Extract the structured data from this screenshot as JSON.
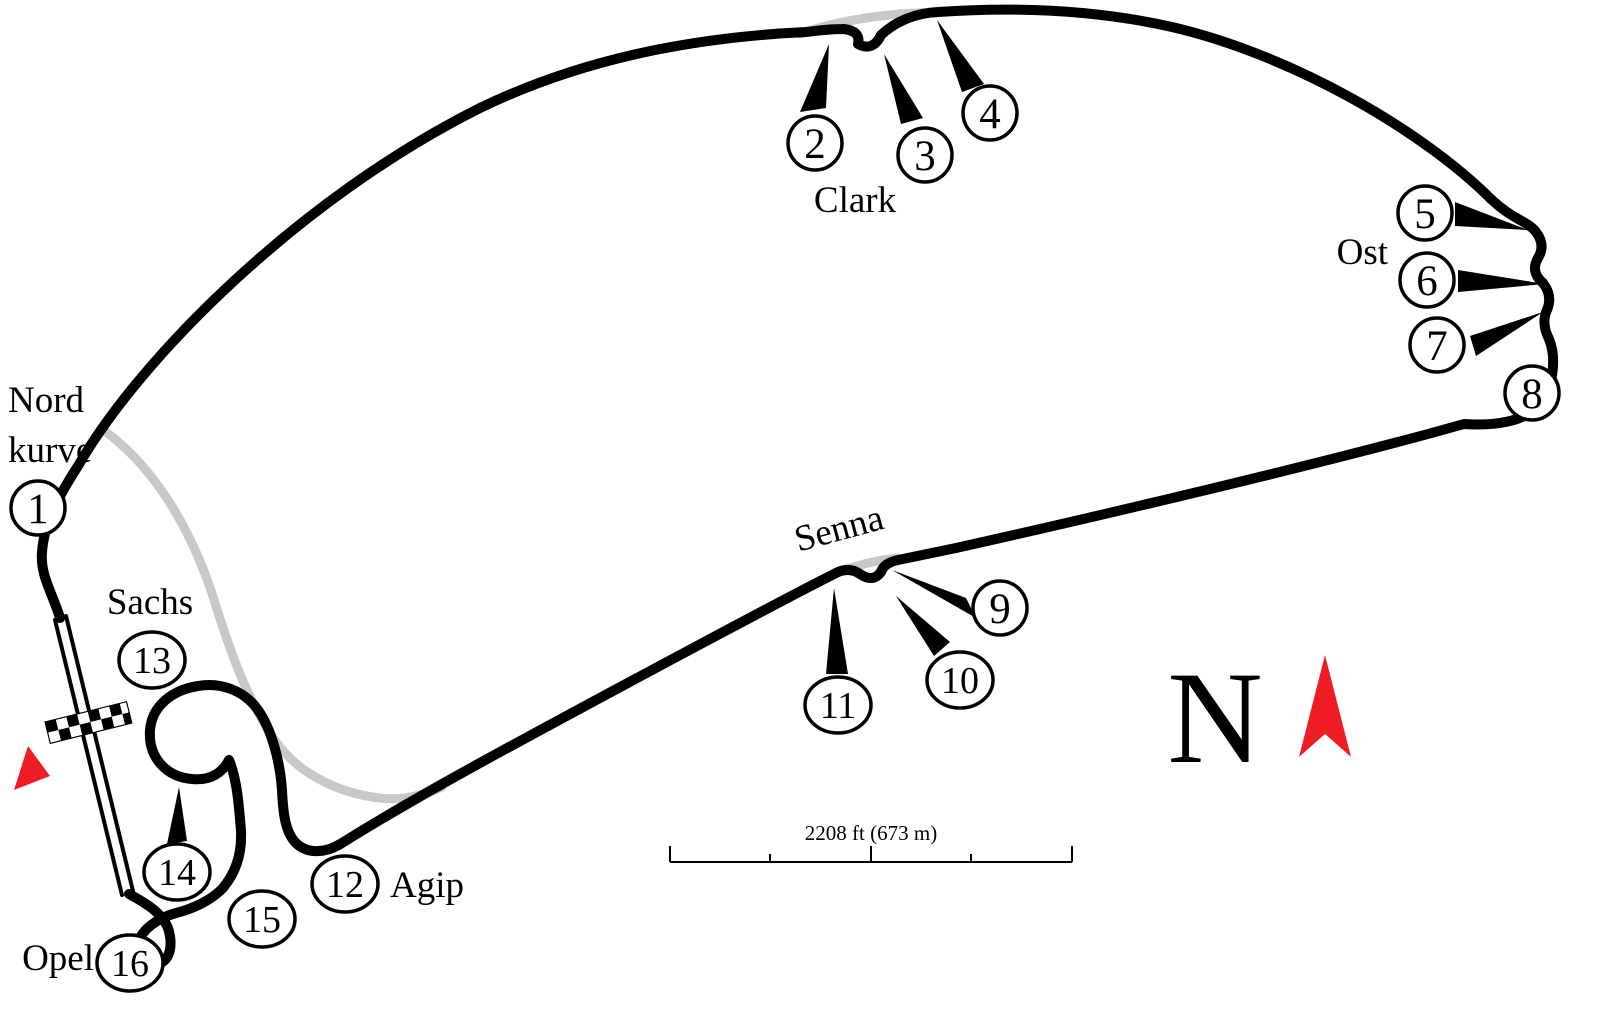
{
  "map": {
    "corners": [
      "1",
      "2",
      "3",
      "4",
      "5",
      "6",
      "7",
      "8",
      "9",
      "10",
      "11",
      "12",
      "13",
      "14",
      "15",
      "16"
    ],
    "labels": {
      "nordkurve": [
        "Nord",
        "kurve"
      ],
      "clark": "Clark",
      "ost": "Ost",
      "senna": "Senna",
      "sachs": "Sachs",
      "agip": "Agip",
      "opel": "Opel"
    },
    "compass": {
      "label": "N"
    },
    "scale_bar": {
      "label": "2208 ft (673 m)"
    },
    "colors": {
      "track": "#000000",
      "old_track": "#c8c8c8",
      "direction_arrow": "#ee1c25",
      "north_arrow": "#ee1c25"
    }
  }
}
